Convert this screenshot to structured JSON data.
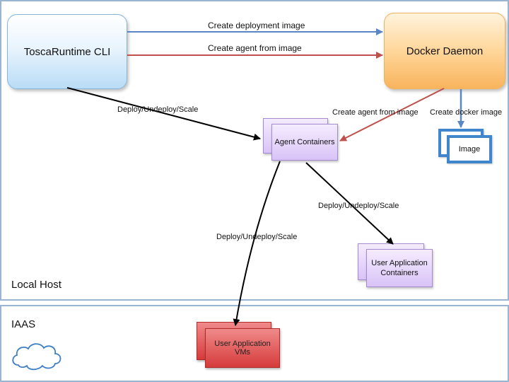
{
  "nodes": {
    "cli": "ToscaRuntime CLI",
    "docker": "Docker Daemon",
    "agent": "Agent Containers",
    "image": "Image",
    "user_app_line1": "User Application",
    "user_app_line2": "Containers",
    "user_vms": "User Application VMs"
  },
  "zones": {
    "local": "Local Host",
    "iaas": "IAAS"
  },
  "edges": {
    "create_deployment_image": "Create deployment image",
    "create_agent_from_image_top": "Create agent from image",
    "create_agent_from_image": "Create agent from image",
    "create_docker_image": "Create docker image",
    "deploy_cli_agent": "Deploy/Undeploy/Scale",
    "deploy_agent_user": "Deploy/Undeploy/Scale",
    "deploy_agent_vms": "Deploy/Undeploy/Scale"
  },
  "colors": {
    "blue_arrow": "#5b86c4",
    "red_arrow": "#c0504d",
    "black_arrow": "#000000",
    "zone_border": "#9ab5d3"
  }
}
